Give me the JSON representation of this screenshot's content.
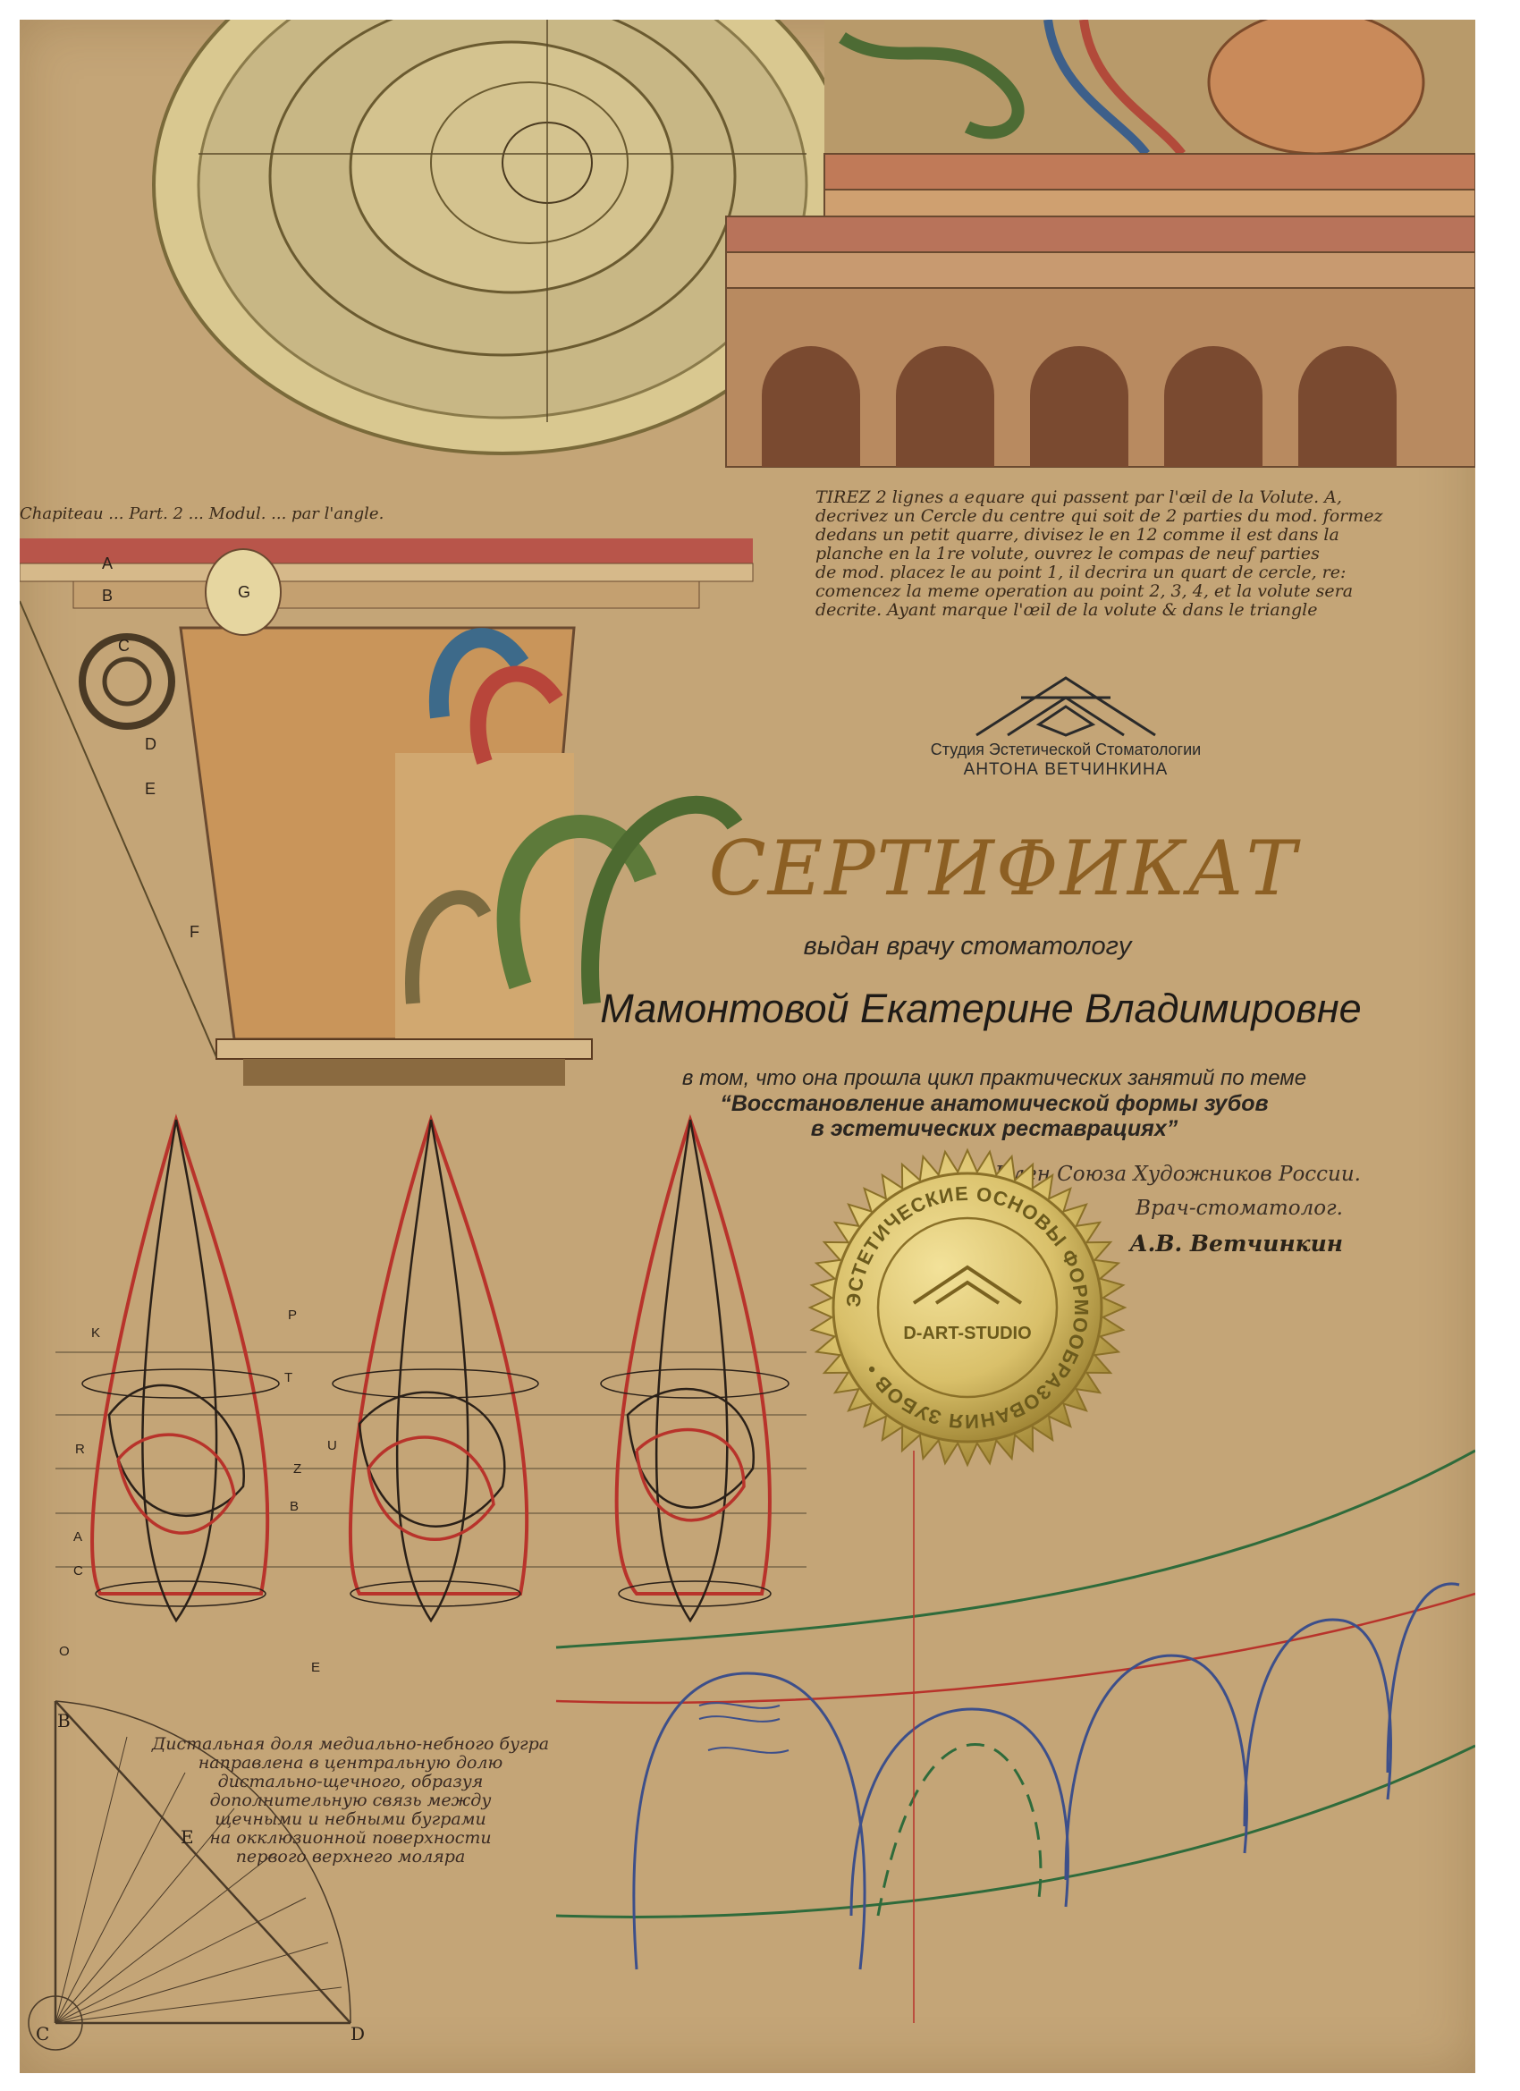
{
  "logo": {
    "line1": "Студия Эстетической Стоматологии",
    "line2": "АНТОНА ВЕТЧИНКИНА"
  },
  "certificate": {
    "title": "СЕРТИФИКАТ",
    "issued_to_label": "выдан врачу стоматологу",
    "recipient_name": "Мамонтовой Екатерине Владимировне",
    "statement": "в том, что она прошла цикл практических занятий по теме",
    "topic_line1": "“Восстановление анатомической формы зубов",
    "topic_line2": "в эстетических реставрациях”"
  },
  "signatory": {
    "line1": "Член Союза Художников России.",
    "line2": "Врач-стоматолог.",
    "name": "А.В. Ветчинкин"
  },
  "seal": {
    "ring_text": "ЭСТЕТИЧЕСКИЕ ОСНОВЫ ФОРМООБРАЗОВАНИЯ ЗУБОВ •",
    "center_text": "D-ART-STUDIO",
    "color": "#d9c06a"
  },
  "french_note": {
    "lines": [
      "TIREZ 2 lignes a equare qui passent par l'œil de la Volute. A,",
      "decrivez un Cercle du centre qui soit de 2 parties du mod. formez",
      "dedans un petit quarre, divisez le en 12 comme il est dans la",
      "planche en la 1re volute, ouvrez le compas de neuf parties",
      "de mod. placez le au point 1, il decrira un quart de cercle, re:",
      "comencez la meme operation au point 2, 3, 4, et la volute sera",
      "decrite. Ayant marque l'œil de la volute & dans le triangle"
    ]
  },
  "sketch_labels": {
    "top_line": "Chapiteau ... Part. 2 ... Modul. ... par l'angle.",
    "letters": [
      "A",
      "B",
      "C",
      "D",
      "E",
      "F",
      "G"
    ]
  },
  "tooth_labels": [
    "K",
    "P",
    "T",
    "R",
    "Z",
    "U",
    "B",
    "A",
    "C",
    "O",
    "E"
  ],
  "triangle_labels": [
    "B",
    "E",
    "C",
    "D"
  ],
  "caption": {
    "lines": [
      "Дистальная доля медиально-небного бугра",
      "направлена в центральную долю",
      "дистально-щечного, образуя",
      "дополнительную связь между",
      "щечными и небными буграми",
      "на окклюзионной поверхности",
      "первого верхнего моляра"
    ]
  },
  "colors": {
    "paper": "#c4a577",
    "title": "#8c5f23",
    "red_line": "#b8332b",
    "blue_line": "#3d4f8a",
    "green_line": "#2f6b3b",
    "seal_gold": "#d9c06a"
  }
}
